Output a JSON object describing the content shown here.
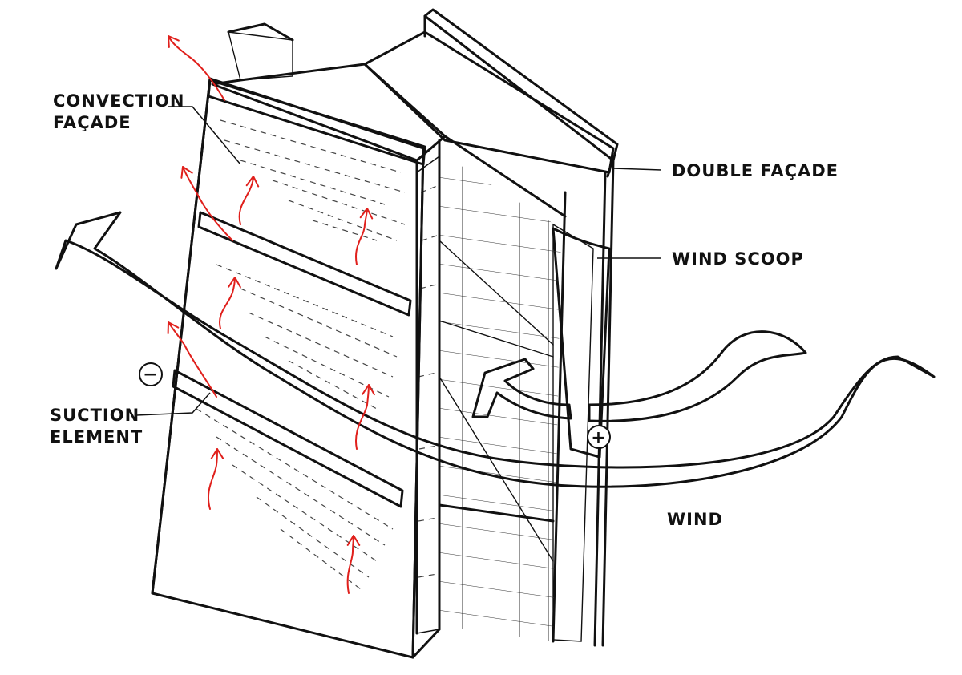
{
  "labels": {
    "convection_facade_line1": "CONVECTION",
    "convection_facade_line2": "FAÇADE",
    "double_facade": "DOUBLE FAÇADE",
    "wind_scoop": "WIND SCOOP",
    "suction_element_line1": "SUCTION",
    "suction_element_line2": "ELEMENT",
    "wind": "WIND"
  },
  "pressure_symbols": {
    "negative": "−",
    "positive": "+"
  },
  "colors": {
    "ink": "#111111",
    "convection_arrow": "#e0201c",
    "wind_fill": "#efe9dc",
    "paper": "#ffffff"
  }
}
